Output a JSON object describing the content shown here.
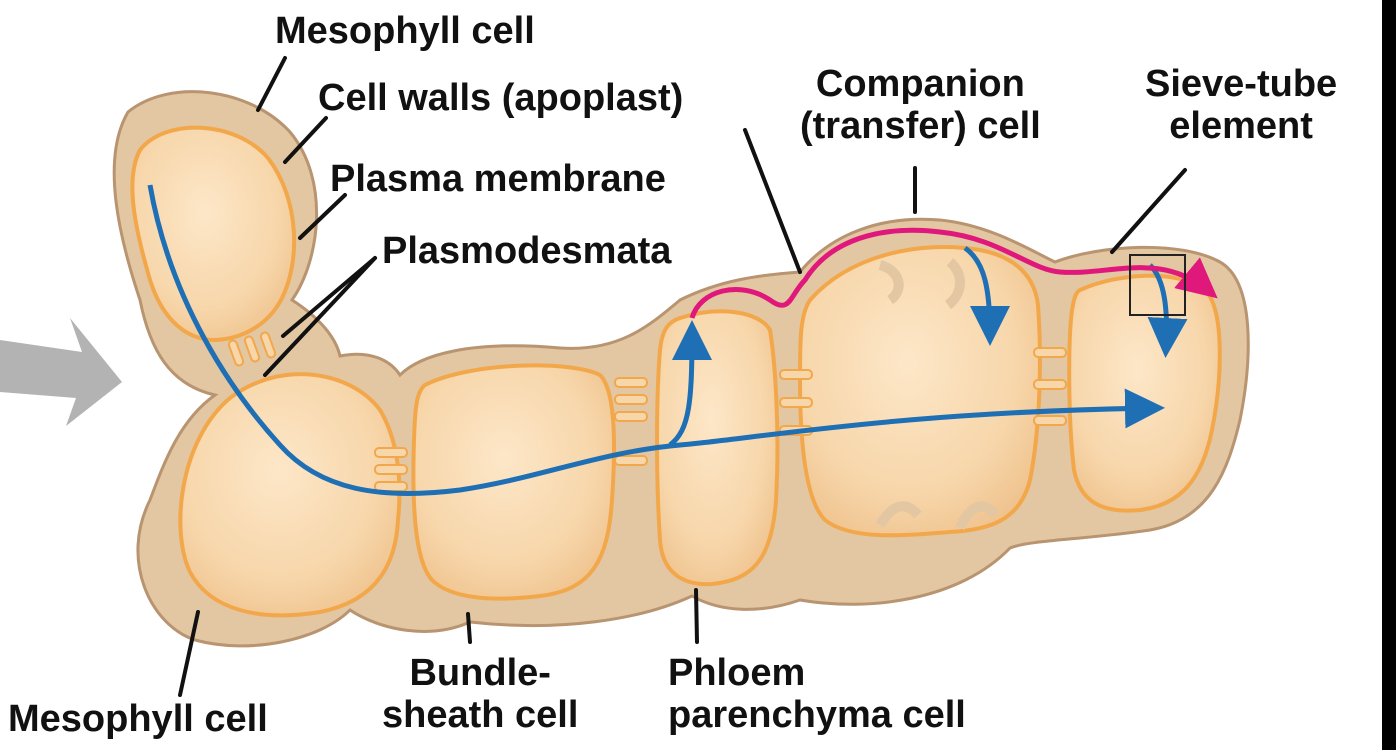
{
  "diagram": {
    "labels": {
      "mesophyll_top": "Mesophyll cell",
      "cell_walls": "Cell walls (apoplast)",
      "plasma_membrane": "Plasma membrane",
      "plasmodesmata": "Plasmodesmata",
      "companion_line1": "Companion",
      "companion_line2": "(transfer) cell",
      "sieve_line1": "Sieve-tube",
      "sieve_line2": "element",
      "mesophyll_bottom": "Mesophyll cell",
      "bundle_line1": "Bundle-",
      "bundle_line2": "sheath cell",
      "phloem_line1": "Phloem",
      "phloem_line2": "parenchyma cell"
    },
    "colors": {
      "wall_fill": "#e3c6a2",
      "wall_stroke": "#b89470",
      "cytoplasm": "#f9dcb4",
      "membrane": "#f2a84a",
      "symplast_arrow": "#1f6fb5",
      "apoplast_arrow": "#e0187b",
      "entry_arrow": "#b0b0b0"
    },
    "icons": [
      "entry-arrow-icon",
      "symplastic-path-icon",
      "apoplastic-path-icon"
    ]
  }
}
